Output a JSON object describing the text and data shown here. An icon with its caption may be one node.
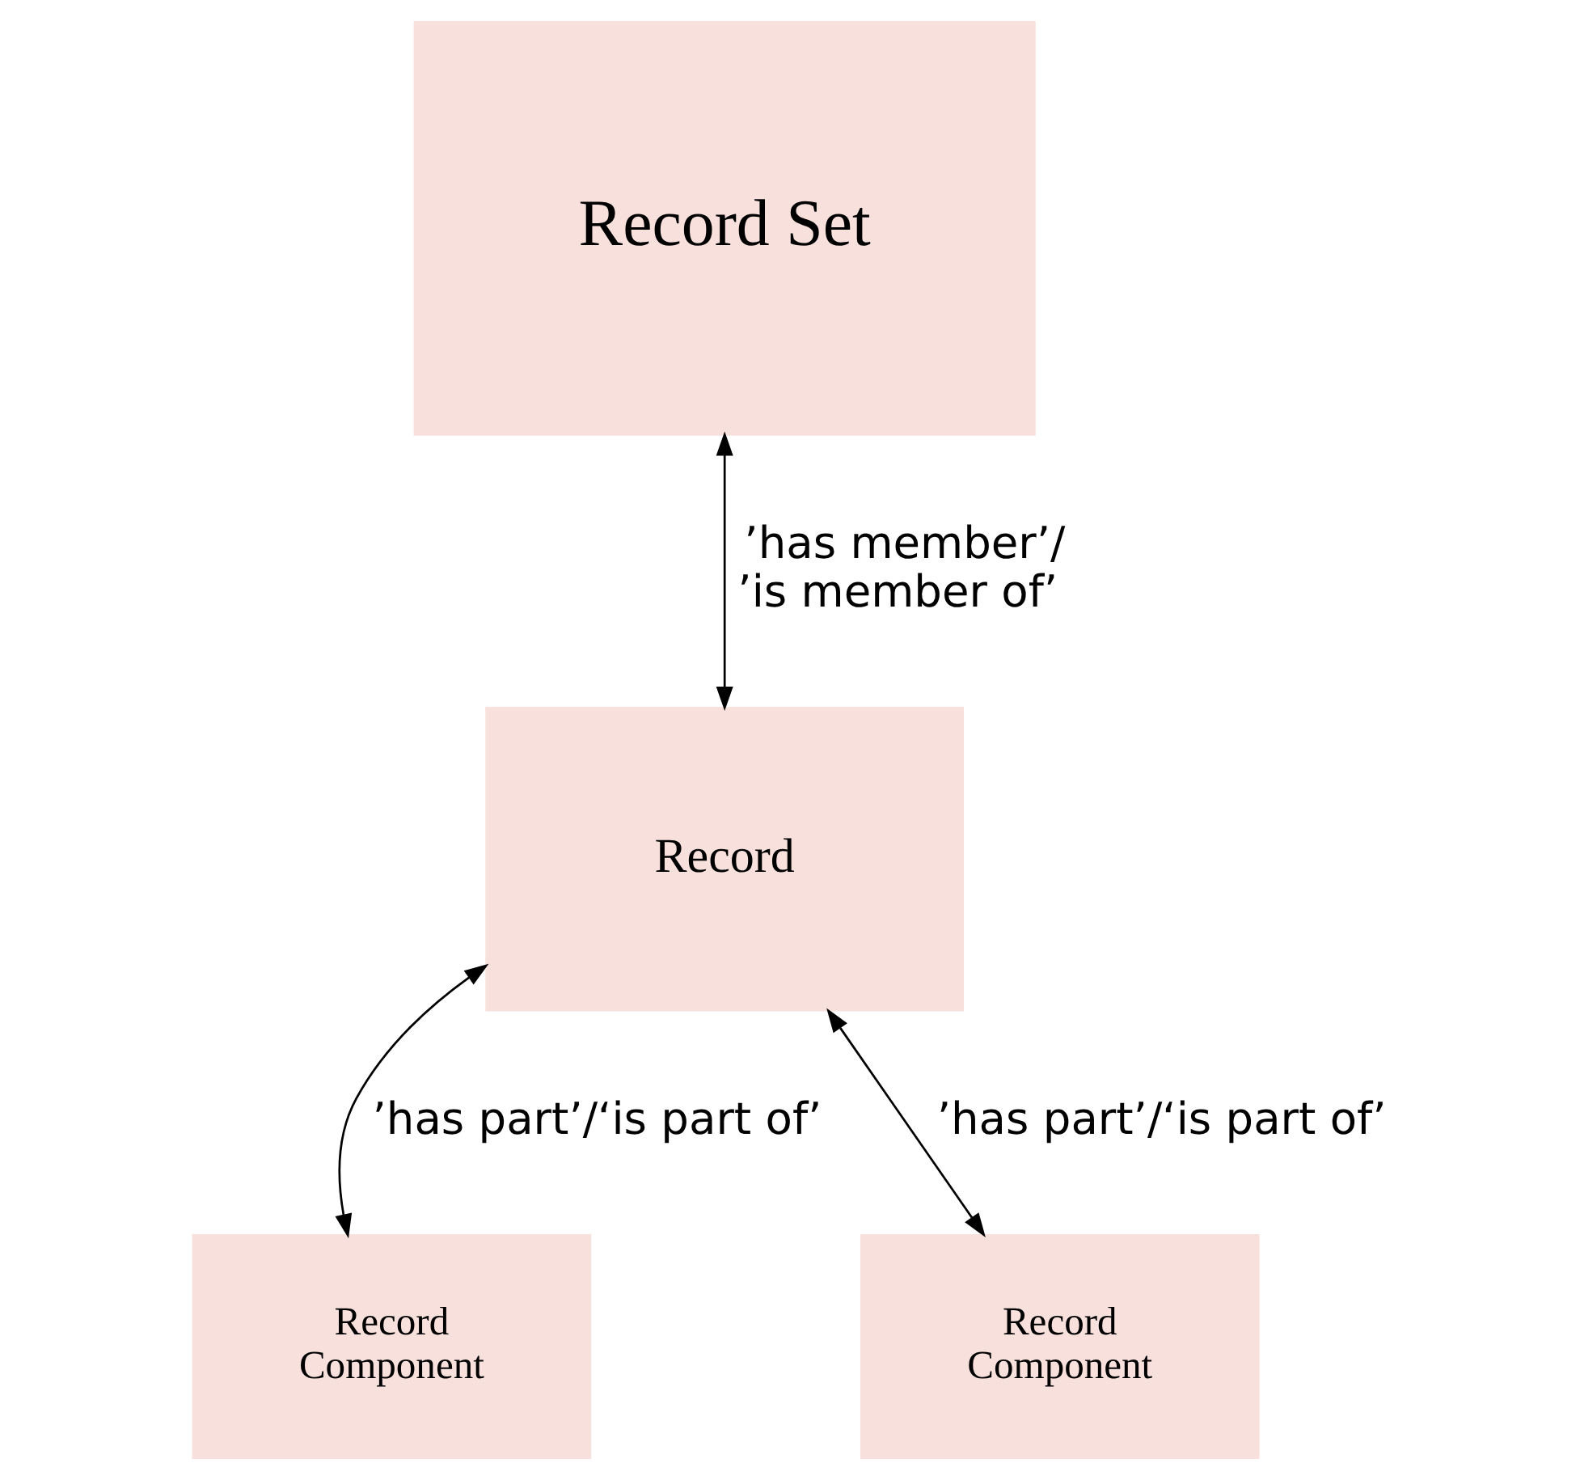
{
  "diagram": {
    "nodes": [
      {
        "text": [
          "Record Set"
        ]
      },
      {
        "text": [
          "Record"
        ]
      },
      {
        "text": [
          "Record Component"
        ]
      },
      {
        "text": [
          "Record Component"
        ]
      }
    ],
    "edges": [
      {
        "from": 0,
        "to": 1,
        "arrow": "both",
        "label": "’has member’/ ’is member of’"
      },
      {
        "from": 1,
        "to": 2,
        "arrow": "both",
        "label": "’has part’/‘is part of’"
      },
      {
        "from": 1,
        "to": 3,
        "arrow": "both",
        "label": "’has part’/‘is part of’"
      }
    ]
  }
}
